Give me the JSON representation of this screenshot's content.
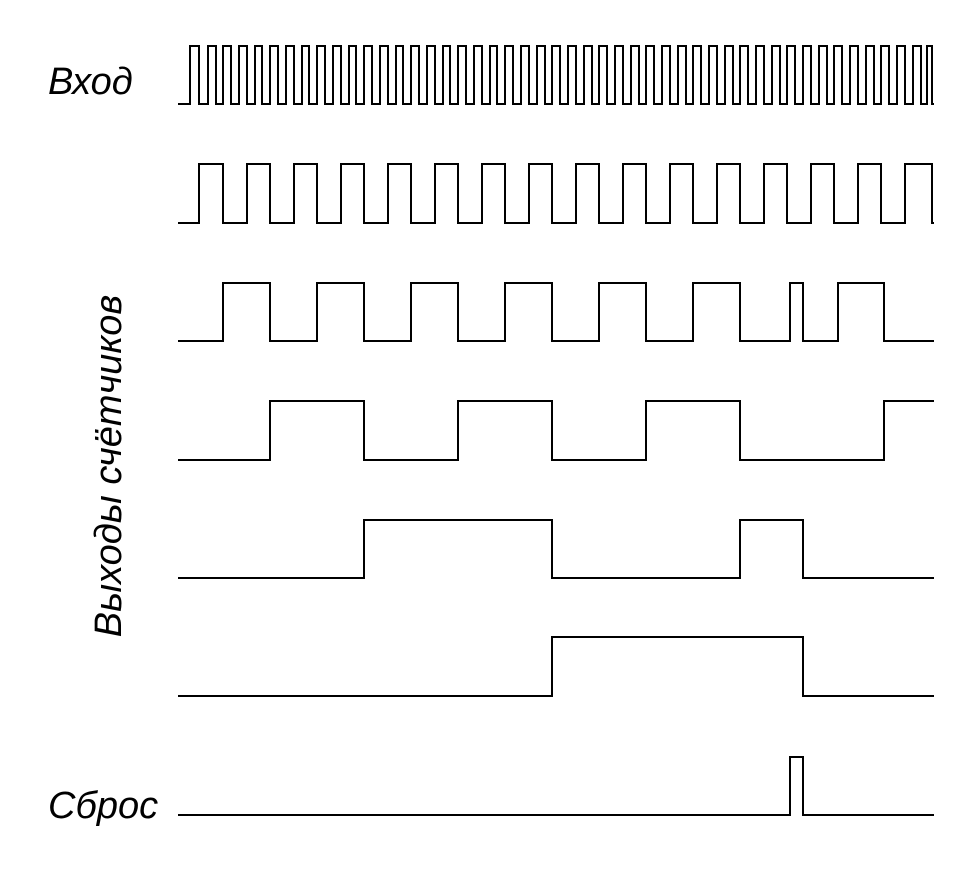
{
  "labels": {
    "input": "Вход",
    "counter_outputs": "Выходы счётчиков",
    "reset": "Сброс"
  },
  "colors": {
    "background": "#ffffff",
    "line": "#000000"
  },
  "signals": [
    {
      "id": "input",
      "edges": [
        190,
        199,
        208,
        216,
        223,
        231,
        239,
        247,
        255,
        262,
        270,
        278,
        286,
        294,
        302,
        309,
        317,
        325,
        333,
        341,
        349,
        356,
        364,
        372,
        380,
        388,
        396,
        403,
        411,
        419,
        427,
        435,
        443,
        450,
        458,
        466,
        474,
        482,
        490,
        497,
        505,
        513,
        521,
        529,
        537,
        545,
        552,
        560,
        568,
        576,
        584,
        592,
        599,
        607,
        615,
        623,
        631,
        639,
        646,
        654,
        662,
        670,
        678,
        686,
        693,
        701,
        709,
        717,
        725,
        733,
        740,
        748,
        756,
        764,
        772,
        780,
        787,
        795,
        803,
        811,
        819,
        827,
        834,
        842,
        850,
        858,
        866,
        874,
        881,
        889,
        897,
        905,
        913,
        921,
        927,
        932
      ],
      "end_level": 1
    },
    {
      "id": "q0",
      "edges": [
        199,
        223,
        247,
        270,
        294,
        317,
        341,
        364,
        388,
        411,
        435,
        458,
        482,
        505,
        529,
        552,
        576,
        599,
        623,
        646,
        670,
        693,
        717,
        740,
        764,
        787,
        811,
        834,
        858,
        881,
        905,
        932
      ],
      "end_level": 1
    },
    {
      "id": "q1",
      "edges": [
        223,
        270,
        317,
        364,
        411,
        458,
        505,
        552,
        599,
        646,
        693,
        740,
        790,
        803,
        838,
        884
      ],
      "end_level": 0
    },
    {
      "id": "q2",
      "edges": [
        270,
        364,
        458,
        552,
        646,
        740,
        884
      ],
      "end_level": 1
    },
    {
      "id": "q3",
      "edges": [
        364,
        552,
        740,
        803
      ],
      "end_level": 0
    },
    {
      "id": "q4",
      "edges": [
        552,
        803
      ],
      "end_level": 0
    },
    {
      "id": "reset",
      "edges": [
        790,
        803
      ],
      "end_level": 0
    }
  ]
}
